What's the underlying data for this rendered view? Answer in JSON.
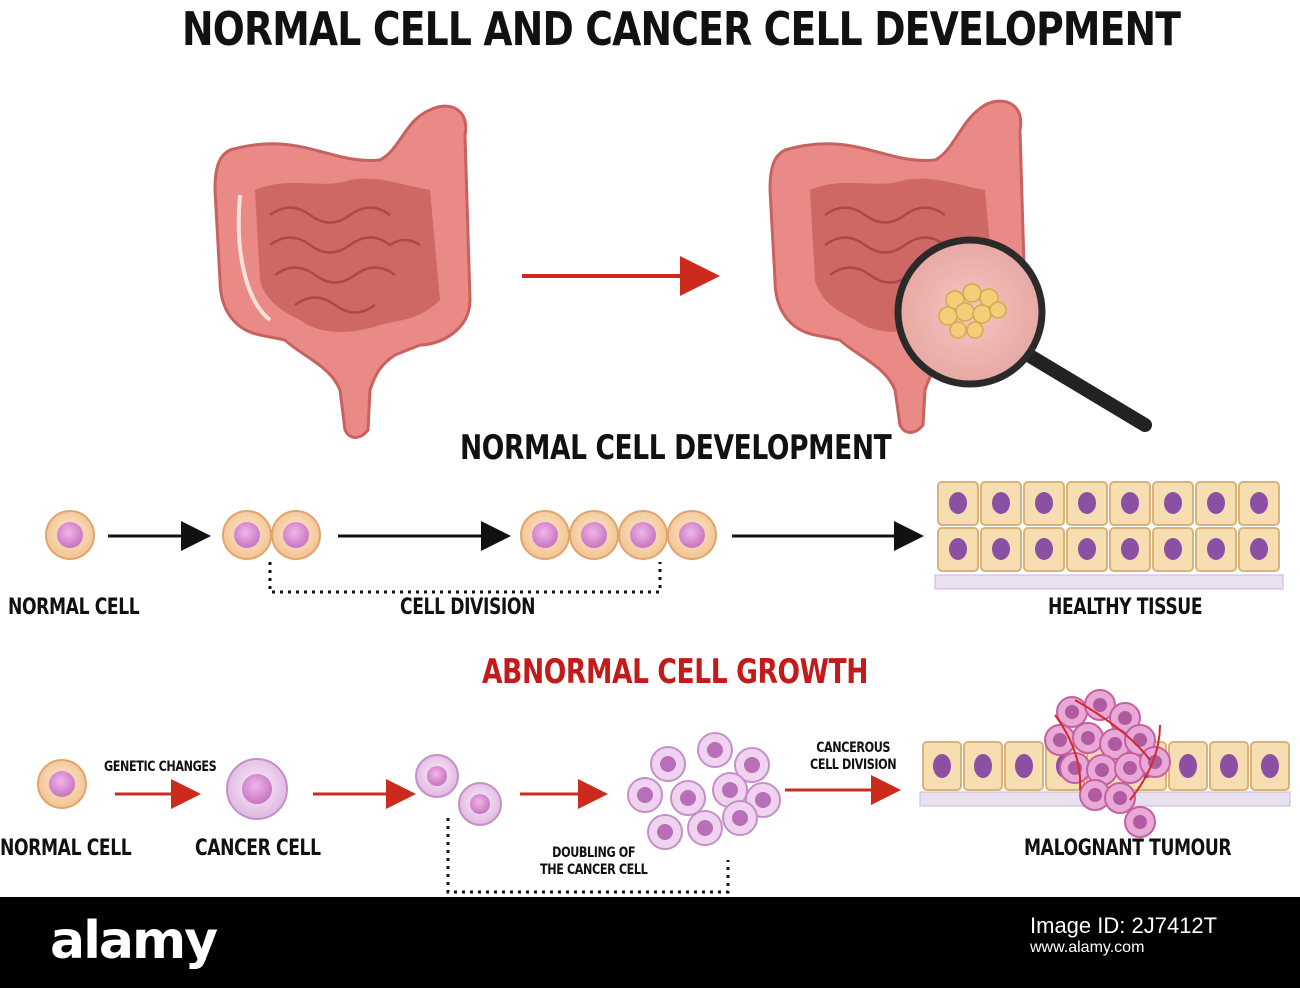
{
  "title": "NORMAL CELL AND CANCER CELL DEVELOPMENT",
  "sections": {
    "normal": {
      "heading": "NORMAL CELL DEVELOPMENT",
      "labels": {
        "normal_cell": "NORMAL CELL",
        "cell_division": "CELL DIVISION",
        "healthy_tissue": "HEALTHY TISSUE"
      }
    },
    "abnormal": {
      "heading": "ABNORMAL CELL GROWTH",
      "labels": {
        "normal_cell": "NORMAL CELL",
        "genetic_changes": "GENETIC CHANGES",
        "cancer_cell": "CANCER CELL",
        "doubling_line1": "DOUBLING OF",
        "doubling_line2": "THE CANCER CELL",
        "cancerous_line1": "CANCEROUS",
        "cancerous_line2": "CELL DIVISION",
        "malignant_tumour": "MALOGNANT TUMOUR"
      }
    }
  },
  "footer": {
    "brand": "alamy",
    "image_id_label": "Image ID: 2J7412T",
    "site": "www.alamy.com"
  },
  "colors": {
    "intestine": "#e98a86",
    "intestine_dark": "#c9615f",
    "cell_fill": "#f7d6b3",
    "nucleus": "#d98bd1",
    "cancer_cell": "#f0d7f0",
    "tissue_nucleus": "#8b4fa3",
    "arrow_red": "#cc2a1c",
    "arrow_black": "#111111"
  }
}
